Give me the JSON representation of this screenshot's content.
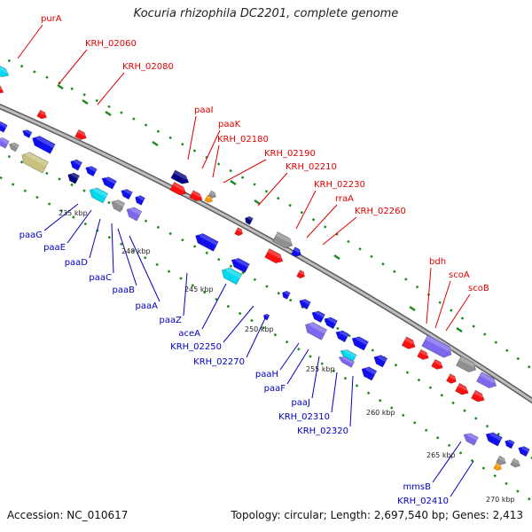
{
  "title": "Kocuria rhizophila DC2201, complete genome",
  "footer": {
    "accession": "Accession: NC_010617",
    "summary": "Topology: circular; Length: 2,697,540 bp; Genes: 2,413"
  },
  "colors": {
    "backbone": "#8a8a8a",
    "label_forward": "#e00000",
    "label_reverse": "#0000c0",
    "tick_green": "#1a8a1a",
    "gene_red": "#ff1010",
    "gene_blue": "#1010ee",
    "gene_navy": "#000080",
    "gene_cyan": "#00d8f0",
    "gene_slate": "#7b68ee",
    "gene_grey": "#909090",
    "gene_olive": "#c8c080",
    "gene_orange": "#ff9900"
  },
  "kbp_ticks": [
    "235 kbp",
    "240 kbp",
    "245 kbp",
    "250 kbp",
    "255 kbp",
    "260 kbp",
    "265 kbp",
    "270 kbp"
  ],
  "forward_labels": [
    "purA",
    "KRH_02060",
    "KRH_02080",
    "paaI",
    "paaK",
    "KRH_02180",
    "KRH_02190",
    "KRH_02210",
    "KRH_02230",
    "rraA",
    "KRH_02260",
    "bdh",
    "scoA",
    "scoB"
  ],
  "reverse_labels": [
    "paaG",
    "paaE",
    "paaD",
    "paaC",
    "paaB",
    "paaA",
    "paaZ",
    "aceA",
    "KRH_02250",
    "KRH_02270",
    "paaH",
    "paaF",
    "paaJ",
    "KRH_02310",
    "KRH_02320",
    "mmsB",
    "KRH_02410"
  ]
}
